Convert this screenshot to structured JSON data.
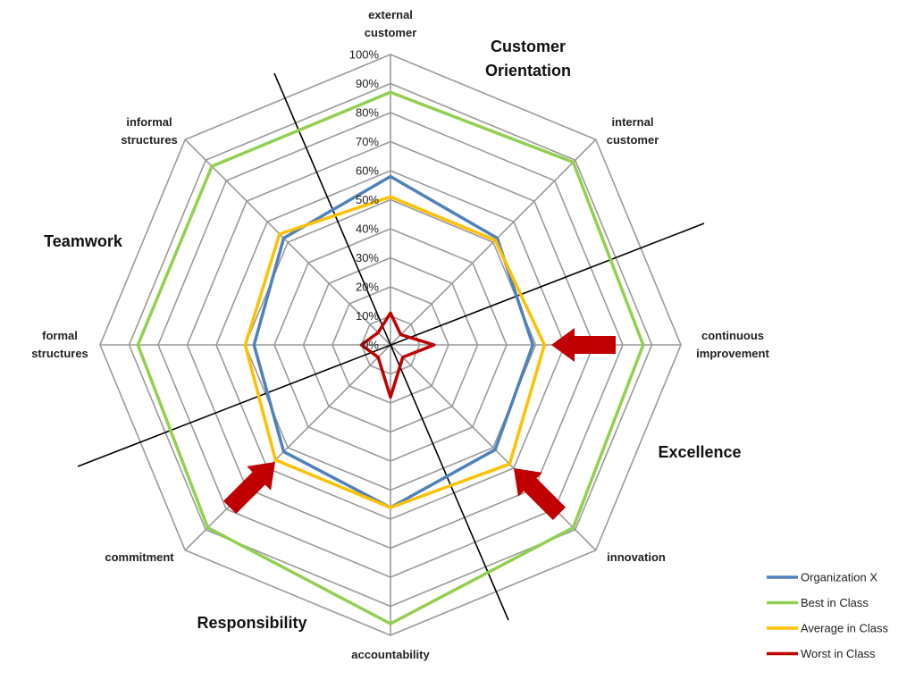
{
  "chart_data": {
    "type": "radar",
    "title": "",
    "axes": [
      "external customer",
      "internal customer",
      "continuous improvement",
      "innovation",
      "accountability",
      "commitment",
      "formal structures",
      "informal structures"
    ],
    "axis_label_lines": [
      [
        "external",
        "customer"
      ],
      [
        "internal",
        "customer"
      ],
      [
        "continuous",
        "improvement"
      ],
      [
        "innovation"
      ],
      [
        "accountability"
      ],
      [
        "commitment"
      ],
      [
        "formal",
        "structures"
      ],
      [
        "informal",
        "structures"
      ]
    ],
    "ticks": [
      "0%",
      "10%",
      "20%",
      "30%",
      "40%",
      "50%",
      "60%",
      "70%",
      "80%",
      "90%",
      "100%"
    ],
    "rlim": [
      0,
      100
    ],
    "grid": true,
    "series": [
      {
        "name": "Organization X",
        "color": "#4f81bd",
        "values": [
          58,
          52,
          49,
          51,
          56,
          52,
          47,
          52
        ]
      },
      {
        "name": "Best in Class",
        "color": "#92d050",
        "values": [
          87,
          89,
          87,
          89,
          96,
          89,
          87,
          87
        ]
      },
      {
        "name": "Average in Class",
        "color": "#ffc000",
        "values": [
          51,
          51,
          53,
          58,
          56,
          56,
          50,
          54
        ]
      },
      {
        "name": "Worst in Class",
        "color": "#c00000",
        "values": [
          11,
          5,
          15,
          6,
          18,
          6,
          10,
          6
        ]
      }
    ],
    "groups": [
      {
        "name_lines": [
          "Customer",
          "Orientation"
        ]
      },
      {
        "name_lines": [
          "Excellence"
        ]
      },
      {
        "name_lines": [
          "Responsibility"
        ]
      },
      {
        "name_lines": [
          "Teamwork"
        ]
      }
    ],
    "highlighted_axes": [
      "continuous improvement",
      "innovation",
      "commitment"
    ],
    "legend_position": "bottom-right"
  }
}
